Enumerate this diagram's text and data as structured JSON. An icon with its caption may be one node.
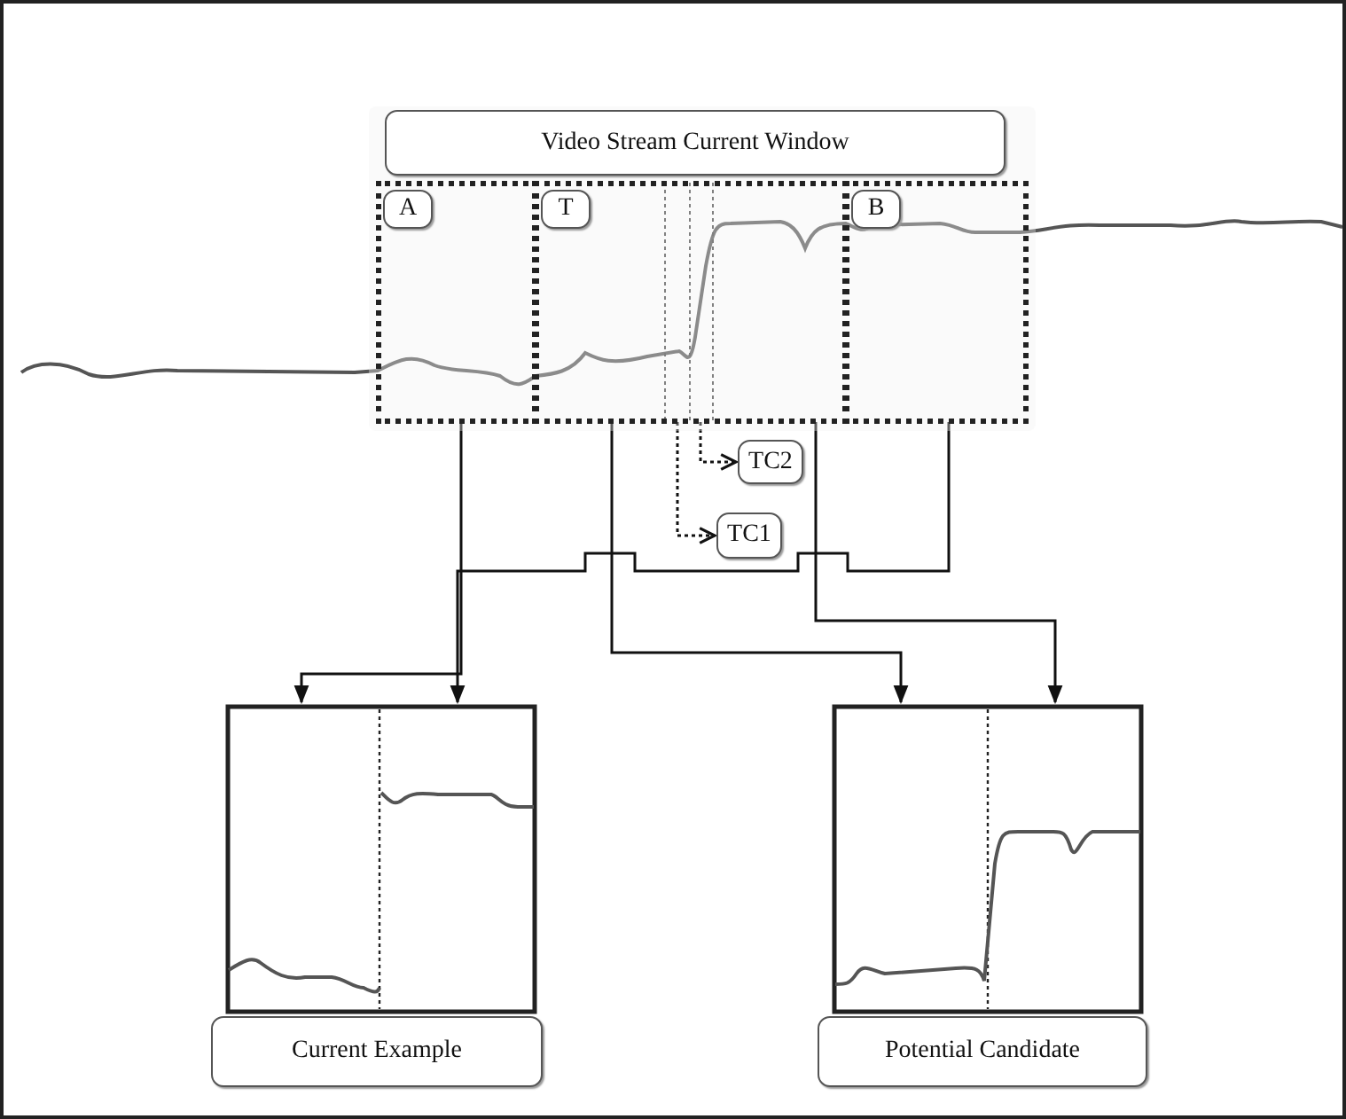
{
  "diagram": {
    "nodes": [
      {
        "text": [
          "Video Stream Current Window"
        ]
      },
      {
        "text": [
          "A"
        ],
        "in": 0
      },
      {
        "text": [
          "T"
        ],
        "in": 0
      },
      {
        "text": [
          "B"
        ],
        "in": 0
      },
      {
        "text": [
          "TC2"
        ]
      },
      {
        "text": [
          "TC1"
        ]
      },
      {
        "text": [
          "Current Example"
        ]
      },
      {
        "text": [
          "Potential Candidate"
        ]
      }
    ],
    "edges": [
      {
        "from": 1,
        "to": 6,
        "arrow": "to"
      },
      {
        "from": 3,
        "to": 6,
        "arrow": "to"
      },
      {
        "from": 2,
        "to": 7,
        "arrow": "to"
      },
      {
        "from": 2,
        "to": 7,
        "arrow": "to"
      },
      {
        "from": 2,
        "to": 4,
        "arrow": "to",
        "style": "dashed"
      },
      {
        "from": 2,
        "to": 5,
        "arrow": "to",
        "style": "dashed"
      }
    ]
  }
}
